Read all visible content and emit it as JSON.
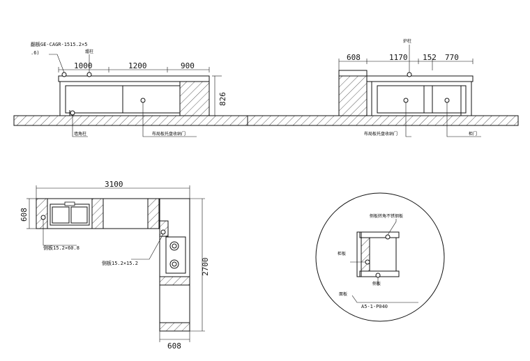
{
  "elevation_left": {
    "note_line1": "翻板GE-CAGR-1515.2×5",
    "note_line2": ".6)",
    "label_top": "爐柱",
    "dims": [
      "1000",
      "1200",
      "900"
    ],
    "height_dim": "826",
    "label_bottom_center": "布局板托盘收纳门",
    "label_bottom_left": "墙角柱"
  },
  "elevation_right": {
    "label_top": "炉柱",
    "dims": [
      "608",
      "1170",
      "152",
      "770"
    ],
    "label_bottom_center": "布局板托盘收纳门",
    "label_bottom_right": "柜门"
  },
  "plan": {
    "width_dim": "3100",
    "depth_dim_left": "608",
    "depth_dim_bottom": "608",
    "length_dim": "2700",
    "label_1": "侧板15.2×60.8",
    "label_2": "侧板15.2×15.2"
  },
  "detail": {
    "label_top": "侧板转角不锈钢板",
    "label_left": "柜板",
    "label_bottom_small": "侧板",
    "label_bottom": "面板",
    "ref": "A5-1-P040"
  }
}
